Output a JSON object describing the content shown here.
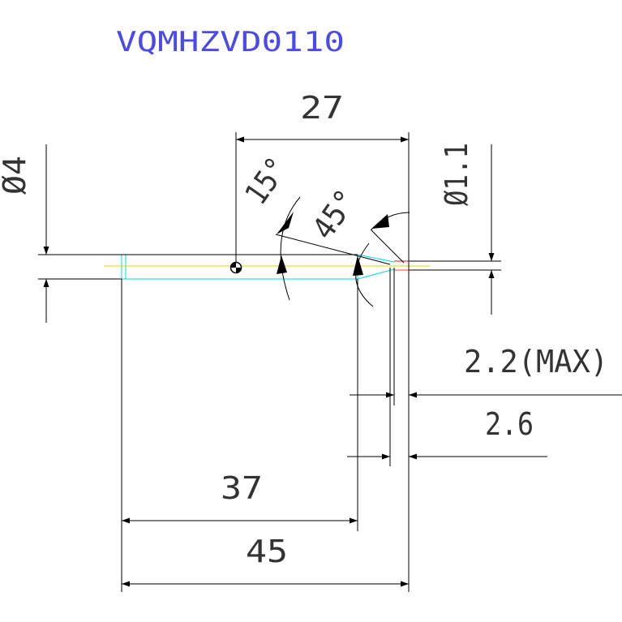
{
  "drawing": {
    "part_number": "VQMHZVD0110",
    "colors": {
      "title": "#4a4ae8",
      "line": "#000000",
      "tool_outline": "#00d8e8",
      "center_line": "#e6d200",
      "tip": "#ff4040",
      "dimension_text": "#333333"
    }
  },
  "dimensions": {
    "dia_shank": "Ø4",
    "dia_tip": "Ø1.1",
    "length_to_point": "27",
    "angle_15": "15°",
    "angle_45": "45°",
    "tip_max": "2.2(MAX)",
    "tip_2_6": "2.6",
    "length_37": "37",
    "length_45": "45"
  }
}
